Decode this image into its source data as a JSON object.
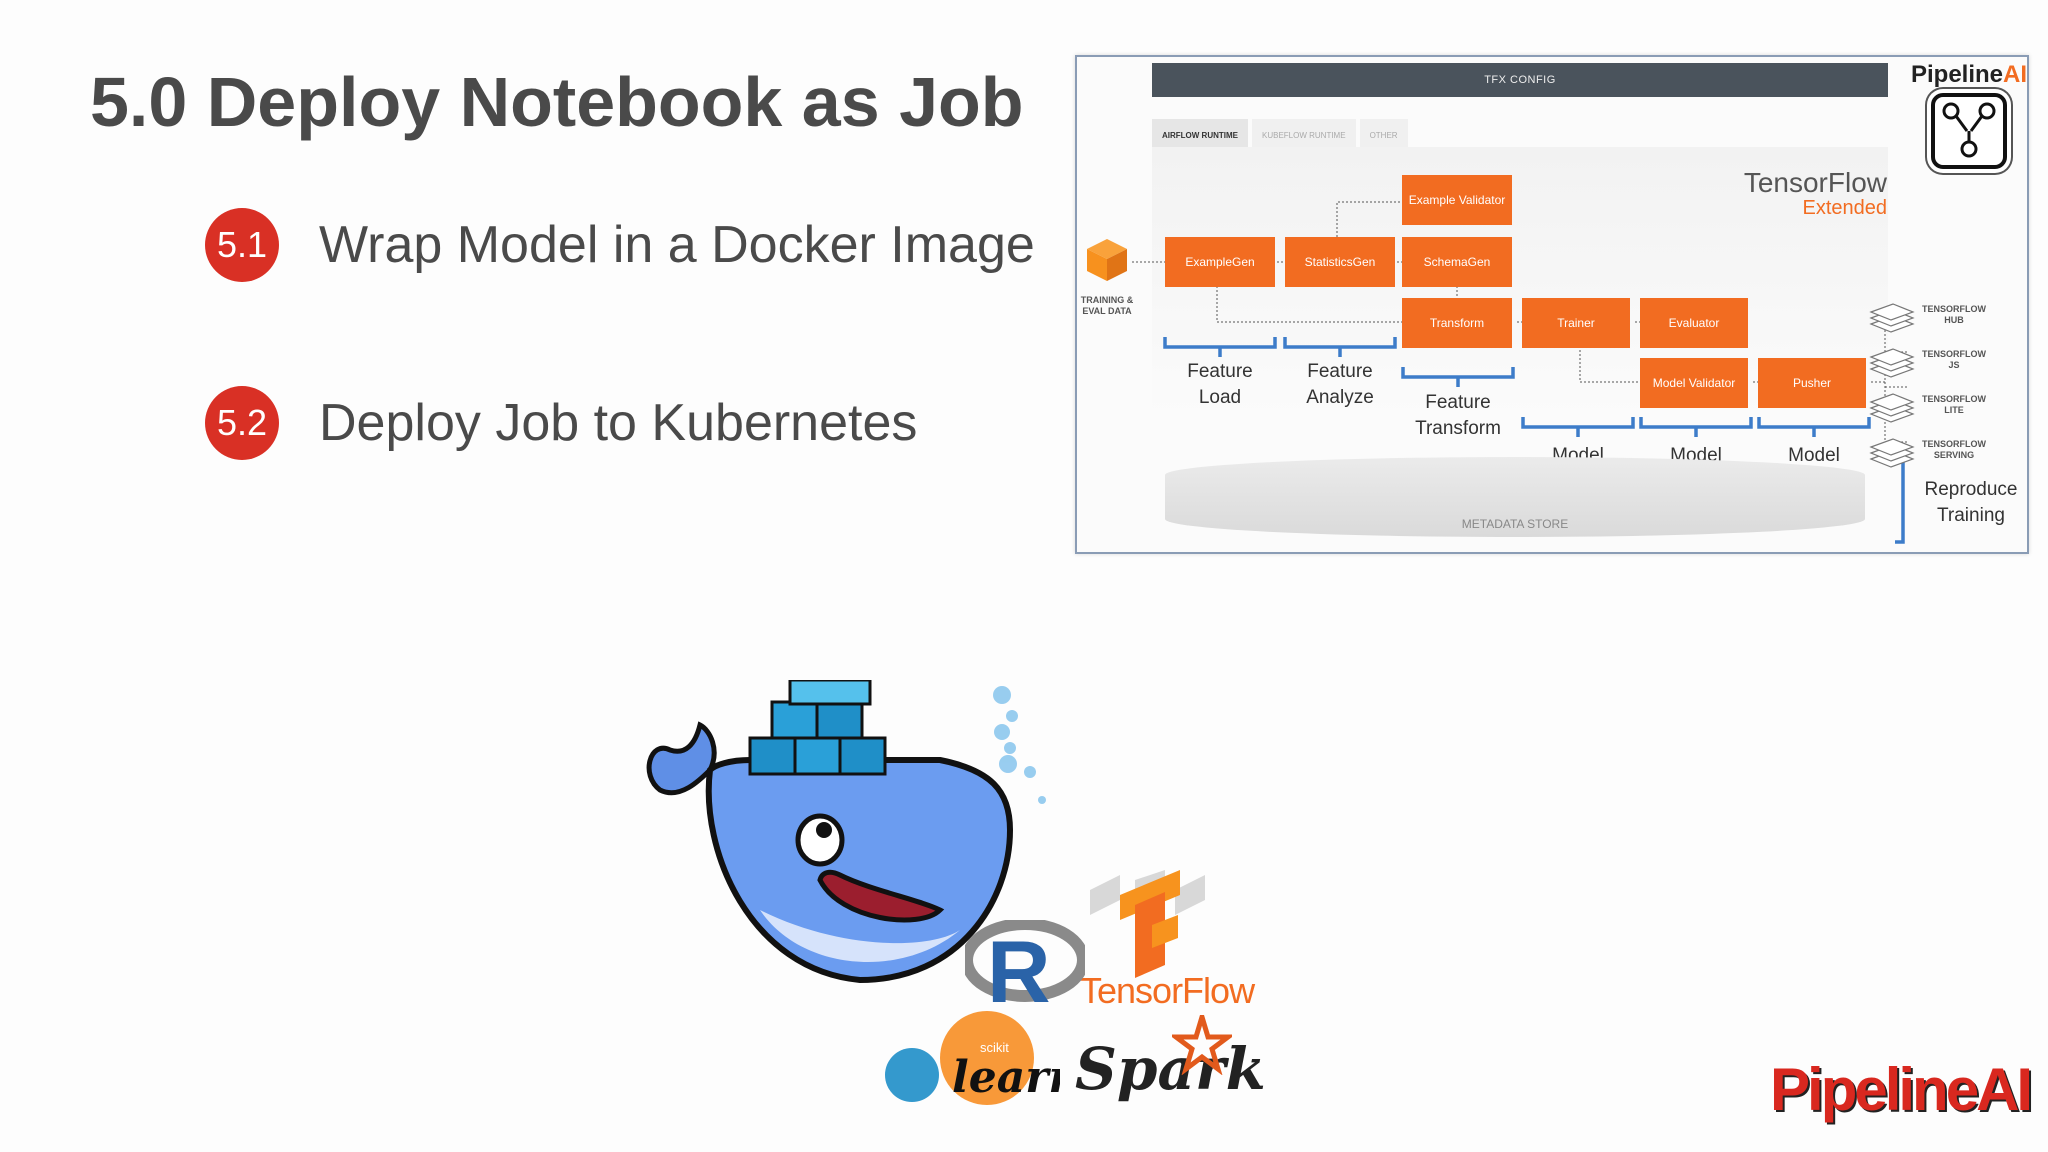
{
  "slide": {
    "title": "5.0 Deploy Notebook as Job",
    "items": [
      {
        "num": "5.1",
        "text": "Wrap Model in a Docker Image"
      },
      {
        "num": "5.2",
        "text": "Deploy Job to Kubernetes"
      }
    ]
  },
  "diagram": {
    "config_bar": "TFX CONFIG",
    "tabs": [
      "AIRFLOW RUNTIME",
      "KUBEFLOW RUNTIME",
      "OTHER"
    ],
    "brand_title": "TensorFlow",
    "brand_subtitle": "Extended",
    "corner_brand": {
      "a": "Pipeline",
      "b": "AI"
    },
    "data_label": "TRAINING & EVAL DATA",
    "nodes": {
      "example_validator": "Example Validator",
      "example_gen": "ExampleGen",
      "statistics_gen": "StatisticsGen",
      "schema_gen": "SchemaGen",
      "transform": "Transform",
      "trainer": "Trainer",
      "evaluator": "Evaluator",
      "model_validator": "Model Validator",
      "pusher": "Pusher"
    },
    "stage_labels": {
      "feature_load": "Feature\nLoad",
      "feature_analyze": "Feature\nAnalyze",
      "feature_transform": "Feature\nTransform",
      "model_train": "Model\nTrain",
      "model_evaluate": "Model\nEvaluate",
      "model_deploy": "Model\nDeploy",
      "reproduce_training": "Reproduce\nTraining"
    },
    "targets": [
      "TENSORFLOW HUB",
      "TENSORFLOW JS",
      "TENSORFLOW LITE",
      "TENSORFLOW SERVING"
    ],
    "metadata_store": "METADATA STORE"
  },
  "logos": {
    "tensorflow": "TensorFlow",
    "sklearn_small": "scikit",
    "sklearn_big": "learn",
    "spark": "Spark",
    "bottom_brand": {
      "a": "Pipeline",
      "b": "AI"
    }
  },
  "colors": {
    "accent": "#f26c21",
    "badge": "#d93025",
    "bracket": "#3d7cc9"
  }
}
